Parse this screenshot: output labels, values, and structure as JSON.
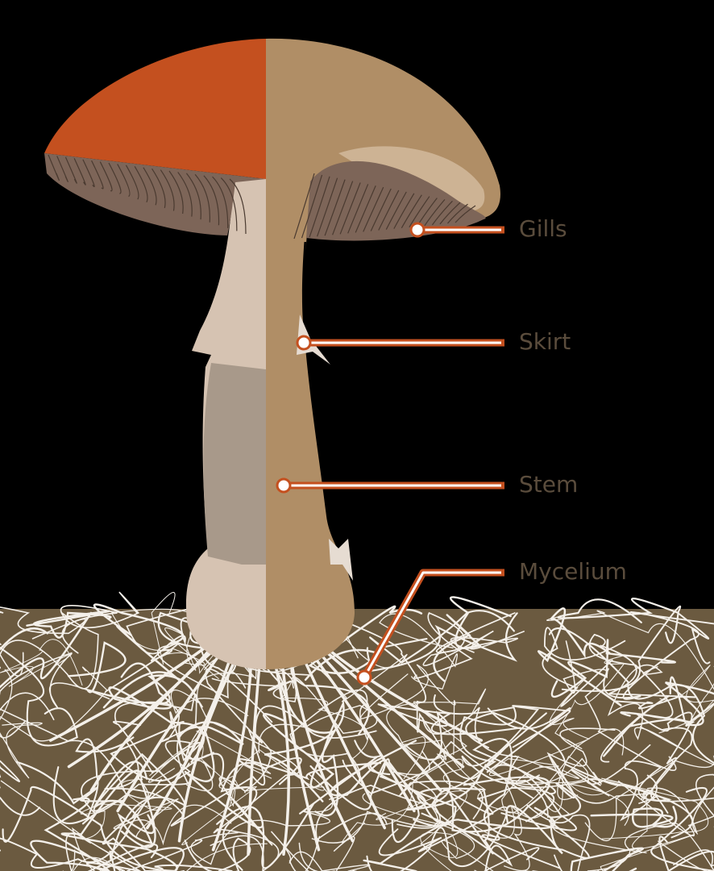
{
  "labels": {
    "gills": "Gills",
    "skirt": "Skirt",
    "stem": "Stem",
    "mycelium": "Mycelium"
  },
  "colors": {
    "background": "#000000",
    "soil": "#6b5a40",
    "cap_red": "#c4501f",
    "cap_tan": "#b08e66",
    "cap_inner": "#cdb394",
    "gills": "#7d6558",
    "stem_light": "#d6c3b2",
    "stem_grey": "#a8998a",
    "callout": "#c4501f",
    "label_text": "#5a4c3c"
  }
}
